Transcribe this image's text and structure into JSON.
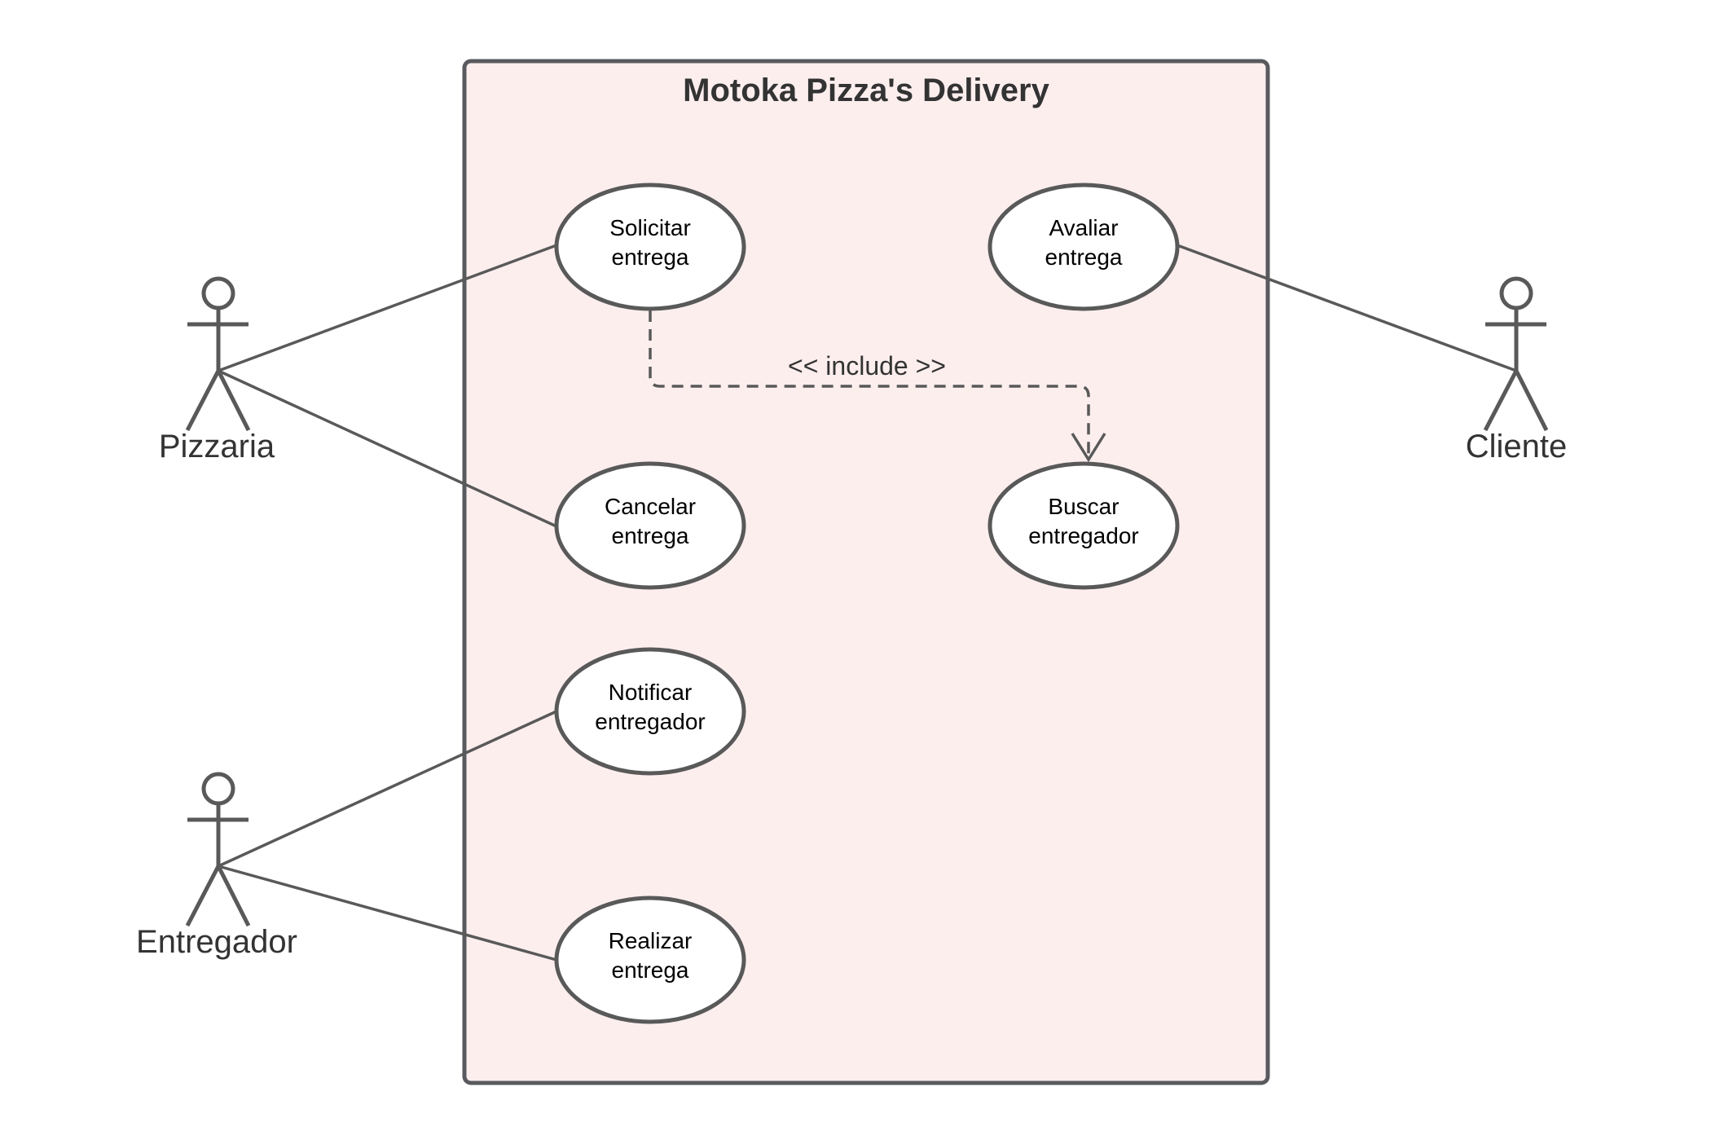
{
  "system": {
    "title": "Motoka Pizza's Delivery"
  },
  "use_cases": {
    "solicitar": {
      "line1": "Solicitar",
      "line2": "entrega"
    },
    "avaliar": {
      "line1": "Avaliar",
      "line2": "entrega"
    },
    "cancelar": {
      "line1": "Cancelar",
      "line2": "entrega"
    },
    "buscar": {
      "line1": "Buscar",
      "line2": "entregador"
    },
    "notificar": {
      "line1": "Notificar",
      "line2": "entregador"
    },
    "realizar": {
      "line1": "Realizar",
      "line2": "entrega"
    }
  },
  "actors": {
    "pizzaria": "Pizzaria",
    "entregador": "Entregador",
    "cliente": "Cliente"
  },
  "relations": {
    "include_label": "<< include >>"
  },
  "colors": {
    "system_fill": "#fdeeee",
    "stroke": "#595959"
  }
}
